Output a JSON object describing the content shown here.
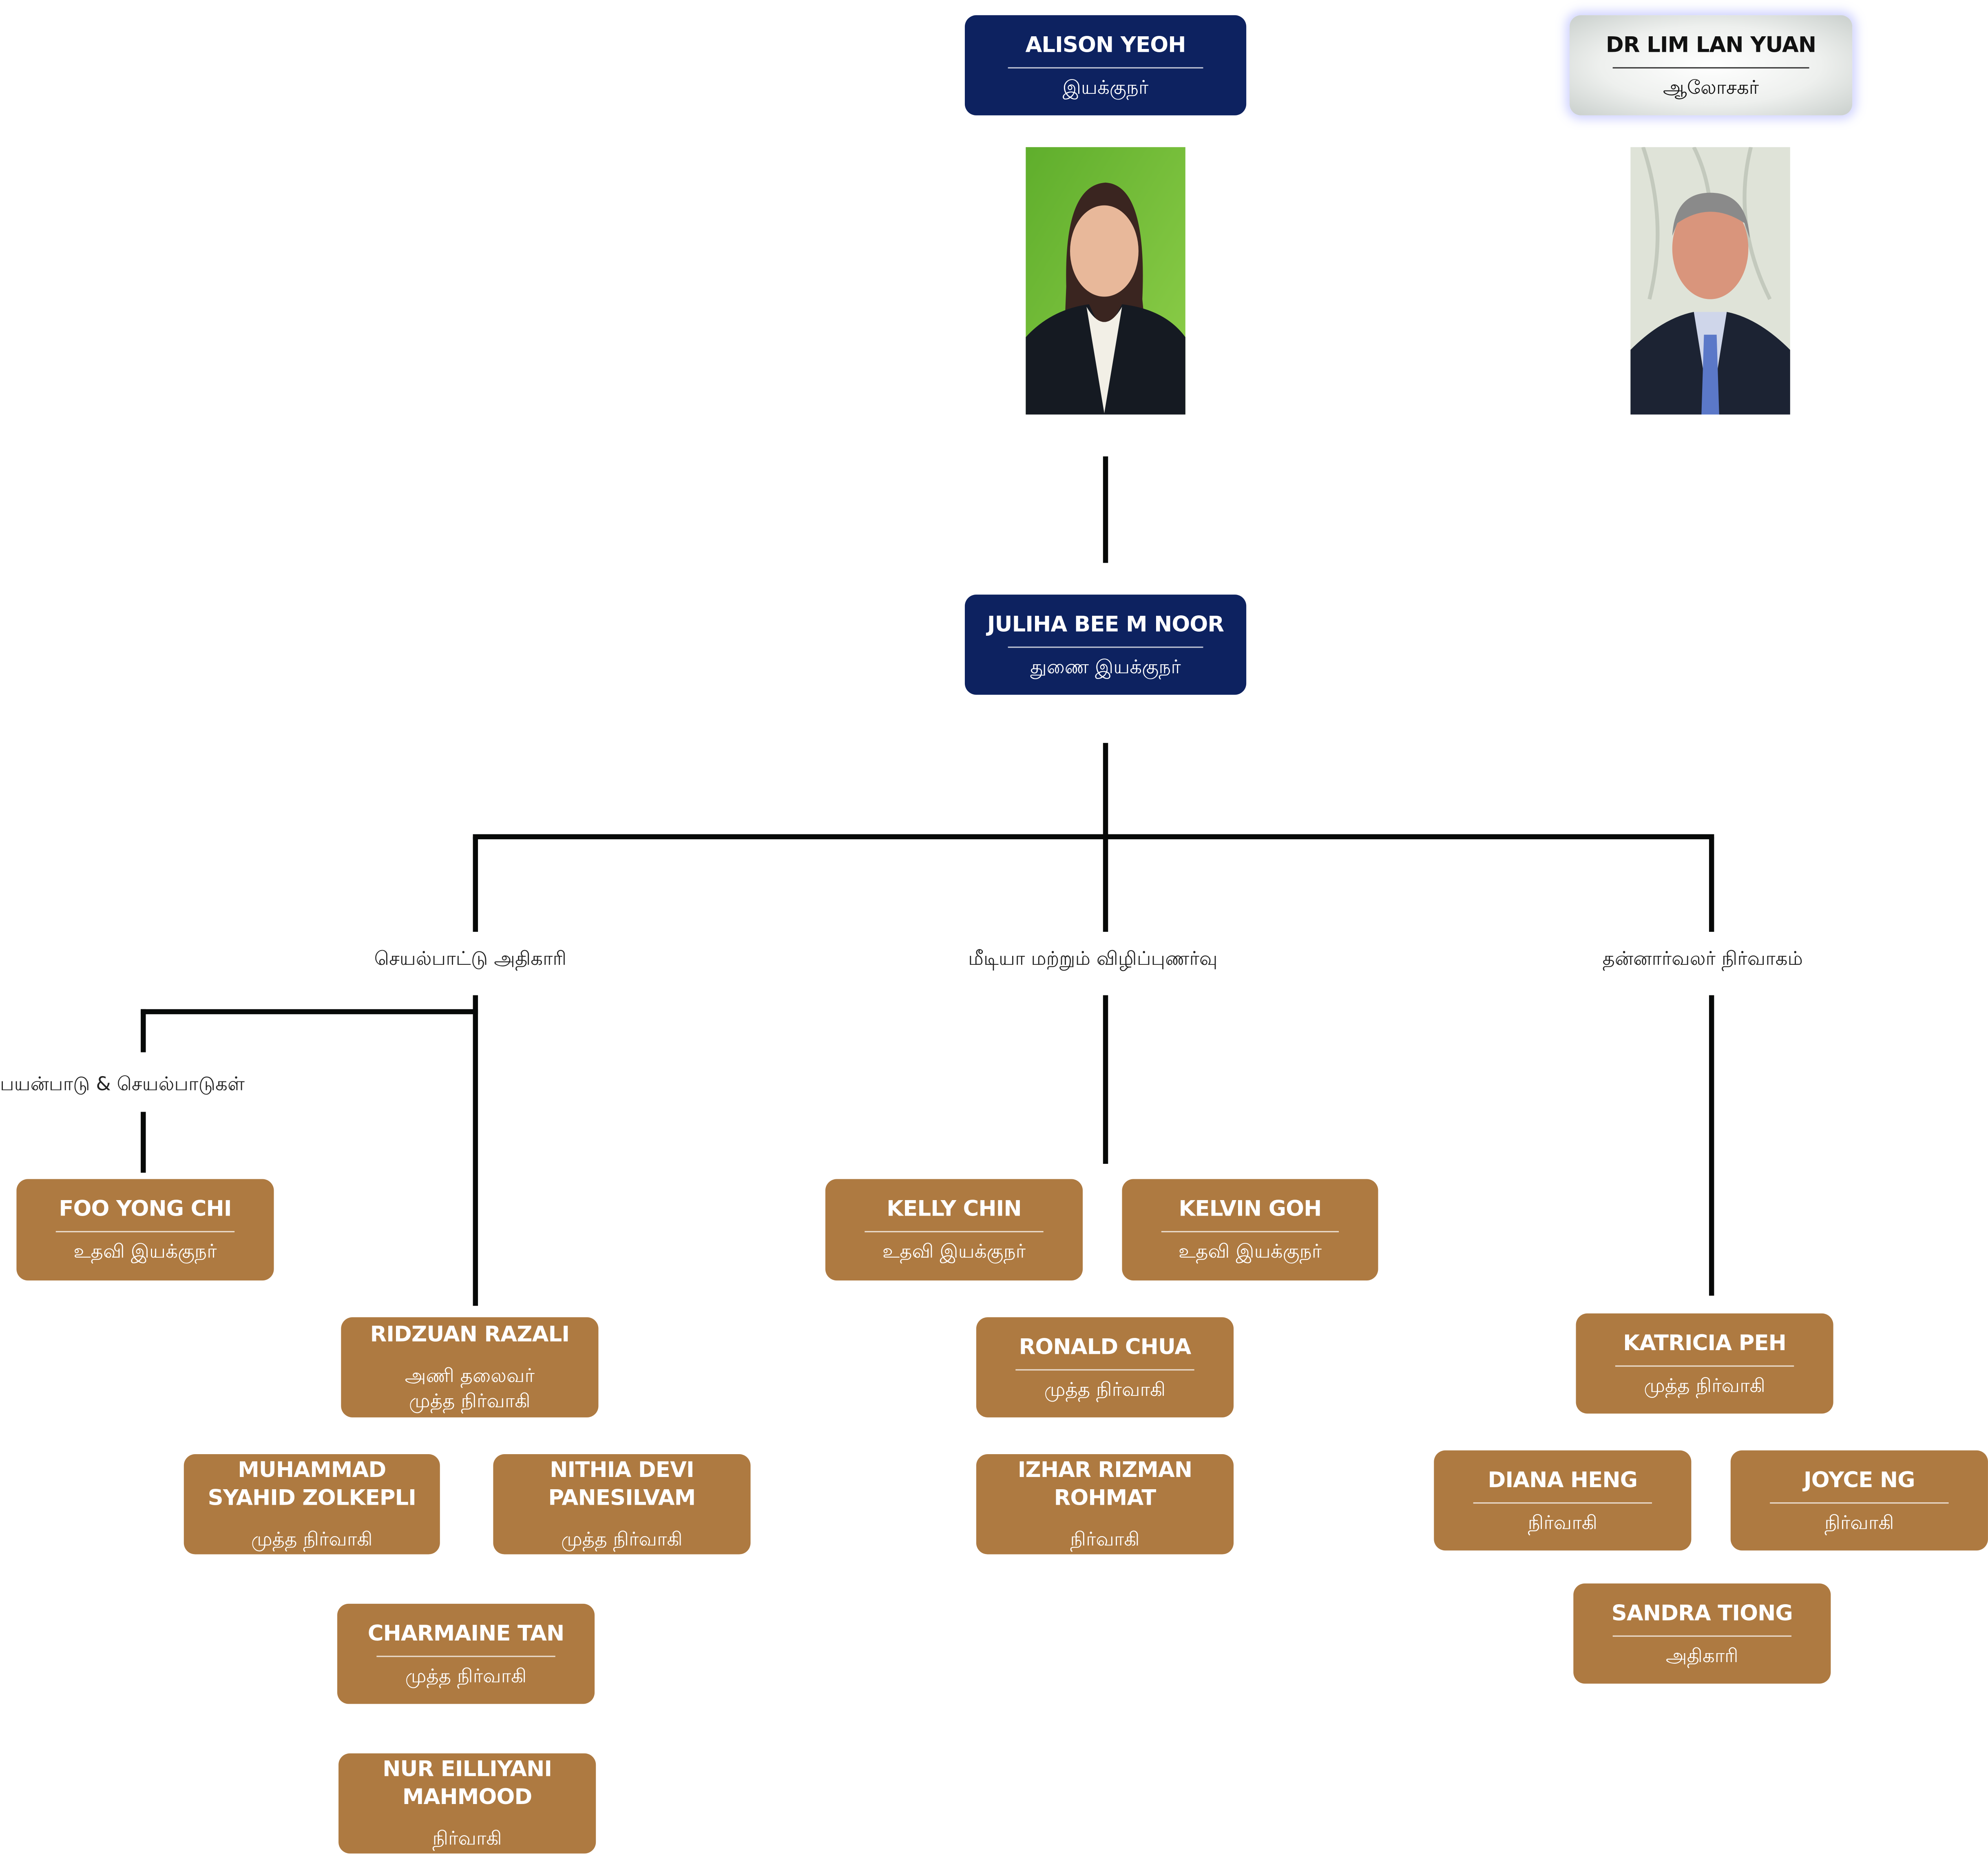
{
  "colors": {
    "navy": "#0d2260",
    "brown": "#ae7a41",
    "line": "#070908"
  },
  "nodes": [
    {
      "name": "ALISON YEOH",
      "role": "இயக்குநர்"
    },
    {
      "name": "DR LIM LAN YUAN",
      "role": "ஆலோசகர்"
    },
    {
      "name": "JULIHA BEE M NOOR",
      "role": "துணை இயக்குநர்"
    },
    {
      "name": "FOO YONG CHI",
      "role": "உதவி இயக்குநர்"
    },
    {
      "name": "RIDZUAN RAZALI",
      "role": "அணி தலைவர்\nமுத்த நிர்வாகி"
    },
    {
      "name": "MUHAMMAD SYAHID ZOLKEPLI",
      "role": "முத்த நிர்வாகி"
    },
    {
      "name": "NITHIA DEVI PANESILVAM",
      "role": "முத்த நிர்வாகி"
    },
    {
      "name": "CHARMAINE TAN",
      "role": "முத்த நிர்வாகி"
    },
    {
      "name": "NUR EILLIYANI MAHMOOD",
      "role": "நிர்வாகி"
    },
    {
      "name": "KELLY CHIN",
      "role": "உதவி இயக்குநர்"
    },
    {
      "name": "KELVIN GOH",
      "role": "உதவி இயக்குநர்"
    },
    {
      "name": "RONALD CHUA",
      "role": "முத்த நிர்வாகி"
    },
    {
      "name": "IZHAR RIZMAN ROHMAT",
      "role": "நிர்வாகி"
    },
    {
      "name": "KATRICIA PEH",
      "role": "முத்த நிர்வாகி"
    },
    {
      "name": "DIANA HENG",
      "role": "நிர்வாகி"
    },
    {
      "name": "JOYCE NG",
      "role": "நிர்வாகி"
    },
    {
      "name": "SANDRA TIONG",
      "role": "அதிகாரி"
    }
  ],
  "departments": [
    "செயல்பாட்டு அதிகாரி",
    "மீடியா மற்றும் விழிப்புணர்வு",
    "தன்னார்வலர் நிர்வாகம்",
    "பயன்பாடு & செயல்பாடுகள்"
  ]
}
